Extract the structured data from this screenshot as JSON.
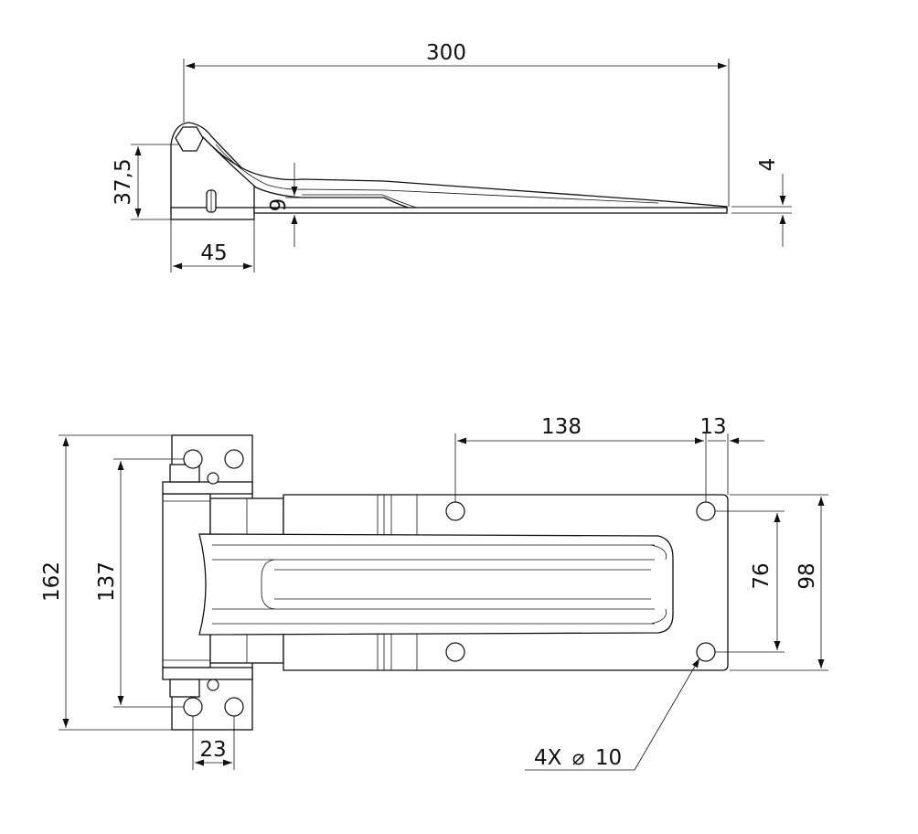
{
  "side_view": {
    "dims": {
      "length": "300",
      "hinge_height": "37,5",
      "base_width": "45",
      "offset": "9",
      "thickness": "4"
    }
  },
  "top_view": {
    "dims": {
      "overall_height": "162",
      "hole_spacing_vertical": "137",
      "hole_spacing_horizontal": "138",
      "edge_to_hole": "13",
      "plate_hole_spacing": "76",
      "plate_width": "98",
      "base_hole_spacing": "23",
      "hole_callout": "4X",
      "hole_diameter": "10",
      "diameter_symbol": "⌀"
    }
  }
}
